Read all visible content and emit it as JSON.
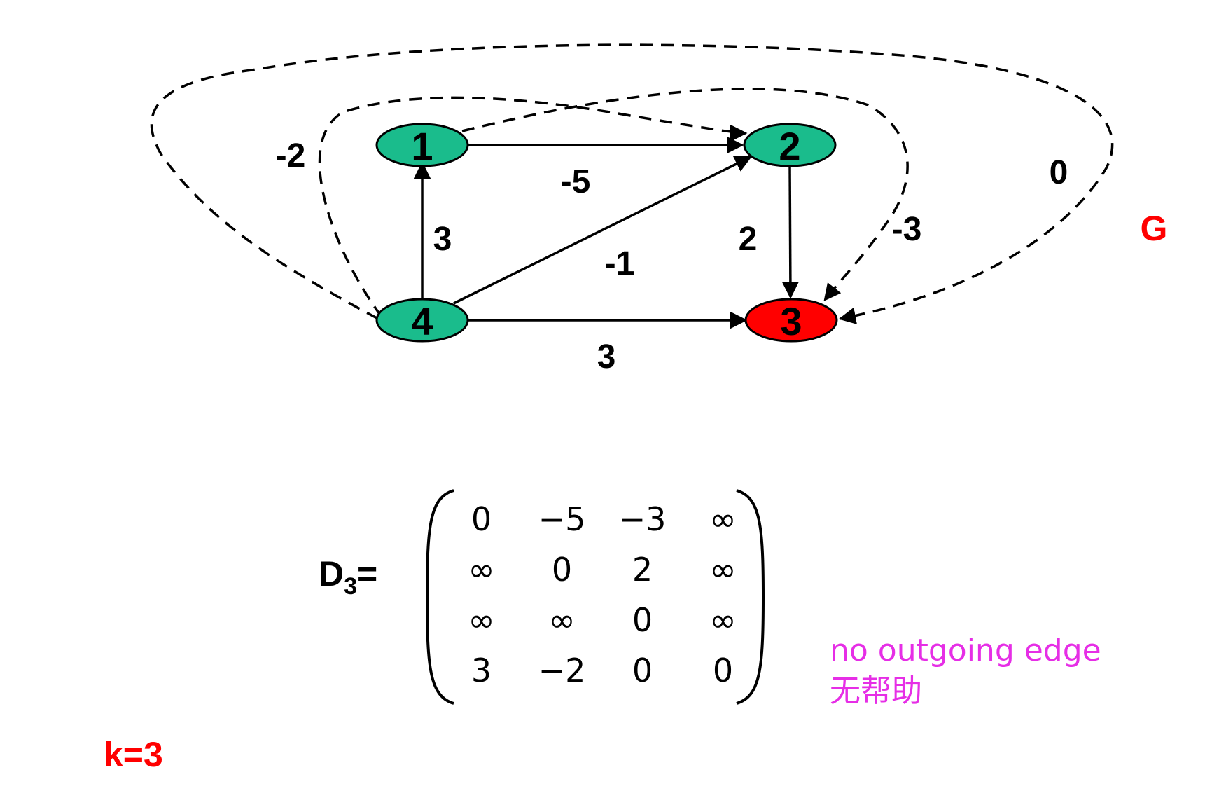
{
  "graph": {
    "title": "G",
    "nodes": [
      {
        "id": "1",
        "label": "1",
        "fill": "#1abc8c"
      },
      {
        "id": "2",
        "label": "2",
        "fill": "#1abc8c"
      },
      {
        "id": "3",
        "label": "3",
        "fill": "#ff0000"
      },
      {
        "id": "4",
        "label": "4",
        "fill": "#1abc8c"
      }
    ],
    "edges": [
      {
        "from": "1",
        "to": "2",
        "weight": "-5",
        "style": "solid"
      },
      {
        "from": "2",
        "to": "3",
        "weight": "2",
        "style": "solid"
      },
      {
        "from": "4",
        "to": "1",
        "weight": "3",
        "style": "solid"
      },
      {
        "from": "4",
        "to": "2",
        "weight": "-1",
        "style": "solid"
      },
      {
        "from": "4",
        "to": "3",
        "weight": "3",
        "style": "solid"
      },
      {
        "from": "4",
        "to": "2",
        "weight": "-2",
        "style": "dashed"
      },
      {
        "from": "1",
        "to": "3",
        "weight": "-3",
        "style": "dashed"
      },
      {
        "from": "4",
        "to": "3",
        "weight": "0",
        "style": "dashed"
      }
    ]
  },
  "matrix": {
    "name": "D",
    "subscript": "3",
    "equals": "=",
    "rows": [
      [
        "0",
        "−5",
        "−3",
        "∞"
      ],
      [
        "∞",
        "0",
        "2",
        "∞"
      ],
      [
        "∞",
        "∞",
        "0",
        "∞"
      ],
      [
        "3",
        "−2",
        "0",
        "0"
      ]
    ]
  },
  "note": {
    "line1": "no outgoing edge",
    "line2": "无帮助",
    "color": "#e62ee6"
  },
  "iteration": {
    "label": "k=3",
    "color": "#ff0000"
  }
}
